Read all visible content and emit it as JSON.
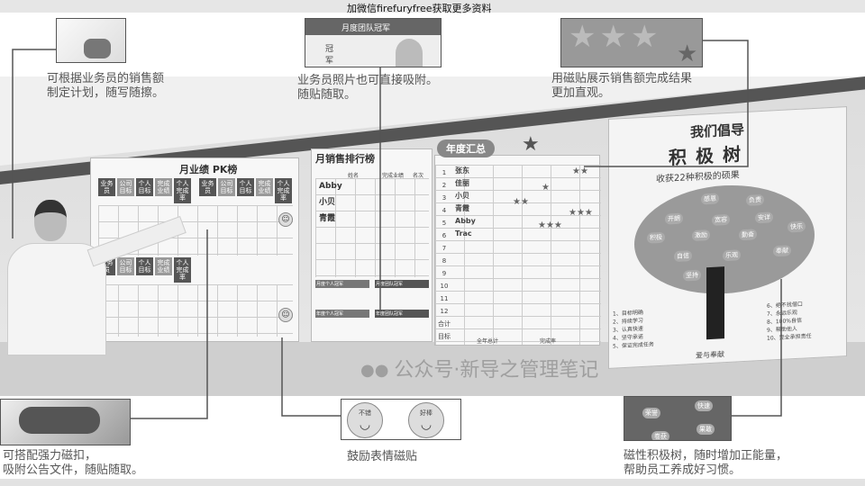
{
  "watermark_top": "加微信firefuryfree获取更多资料",
  "callouts": {
    "top_left": "可根据业务员的销售额\n制定计划，随写随擦。",
    "top_center": "业务员照片也可直接吸附。\n随贴随取。",
    "top_right": "用磁贴展示销售额完成结果\n更加直观。",
    "bottom_left": "可搭配强力磁扣，\n吸附公告文件，随贴随取。",
    "bottom_center": "鼓励表情磁贴",
    "bottom_right": "磁性积极树，随时增加正能量，\n帮助员工养成好习惯。"
  },
  "top_center_photo": {
    "banner": "月度团队冠军",
    "label": "冠军"
  },
  "pk_board": {
    "title": "月业绩 PK榜",
    "headers": [
      "业务员",
      "公司目标",
      "个人目标",
      "完成业绩",
      "个人完成率"
    ]
  },
  "sales_board": {
    "title": "月销售排行榜",
    "headers": [
      "姓名",
      "完成业绩",
      "名次"
    ],
    "rows": [
      "Abby",
      "小贝",
      "青霞"
    ],
    "awards": [
      "月度个人冠军",
      "月度团队冠军",
      "年度个人冠军",
      "年度团队冠军"
    ]
  },
  "annual_board": {
    "title": "年度汇总",
    "months": [
      "1",
      "2",
      "3",
      "4",
      "5",
      "6",
      "7",
      "8",
      "9",
      "10",
      "11",
      "12",
      "合计",
      "目标"
    ],
    "names": [
      "张东",
      "佳丽",
      "小贝",
      "青霞",
      "Abby",
      "Trac"
    ],
    "footer": [
      "全年总计",
      "完成率"
    ]
  },
  "tree_board": {
    "heading": "我们倡导",
    "title": "积极树",
    "subtitle": "收获22种积极的硕果",
    "fruits": [
      "感恩",
      "负责",
      "开朗",
      "宽容",
      "安详",
      "积极",
      "激励",
      "勤奋",
      "快乐",
      "自信",
      "乐观",
      "奉献",
      "坚持"
    ],
    "list_left": [
      "1、目标明确",
      "2、持续学习",
      "3、认真快速",
      "4、坚守承诺",
      "5、保证完成任务"
    ],
    "list_right": [
      "6、绝不找借口",
      "7、永远乐观",
      "8、100%自信",
      "9、帮助他人",
      "10、完全承担责任"
    ],
    "footer": "爱与奉献"
  },
  "smileys": [
    "不错",
    "好棒"
  ],
  "bottom_right_photo": {
    "fruits": [
      "快速",
      "荣誉",
      "果敢",
      "卷获"
    ]
  },
  "watermark_bottom": "公众号·新导之管理笔记"
}
